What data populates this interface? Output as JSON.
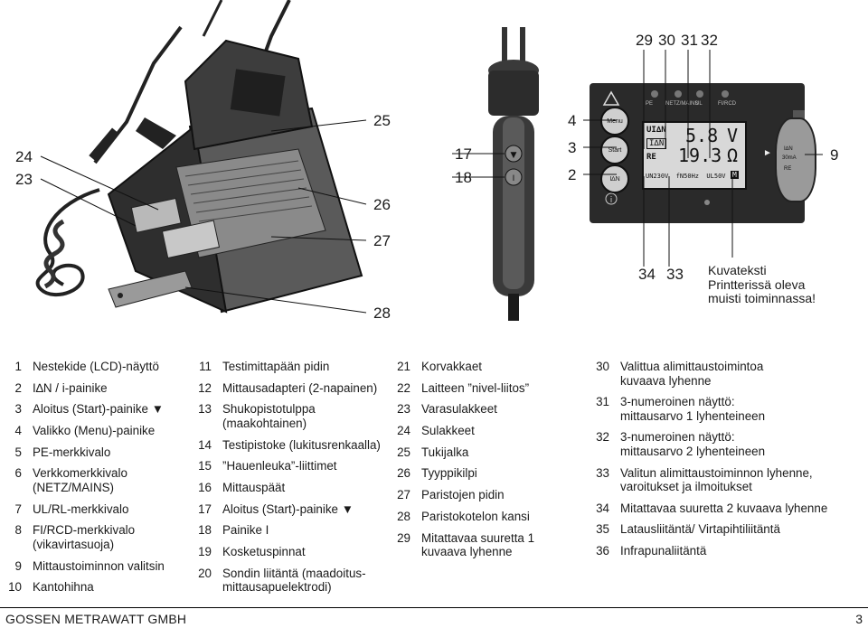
{
  "callouts": {
    "c24": "24",
    "c23": "23",
    "c25": "25",
    "c26": "26",
    "c27": "27",
    "c28": "28",
    "c17": "17",
    "c18": "18",
    "c4": "4",
    "c3": "3",
    "c2": "2",
    "c29": "29",
    "c30": "30",
    "c31": "31",
    "c32": "32",
    "c9": "9",
    "c34": "34",
    "c33": "33",
    "printer_note": [
      "Kuvateksti",
      "Printterissä oleva",
      "muisti toiminnassa!"
    ]
  },
  "device_display": {
    "menu_label": "Menu",
    "start_label": "Start",
    "led_labels": [
      "PE",
      "NETZ/MAINS",
      "UL",
      "FI/RCD"
    ],
    "value1": "5.8",
    "unit1": "V",
    "value2": "19.3",
    "unit2": "Ω",
    "label_uin": "UI∆N",
    "label_in": "I∆N",
    "label_re": "RE",
    "status_line": "UN230V  fN50Hz  UL50V",
    "status_flag": "M",
    "dial_labels": [
      "I∆N",
      "30mA",
      "RE"
    ]
  },
  "legend": {
    "col1": [
      {
        "num": "1",
        "text": "Nestekide (LCD)-näyttö"
      },
      {
        "num": "2",
        "text": "I∆N / i-painike"
      },
      {
        "num": "3",
        "text": "Aloitus (Start)-painike ▼"
      },
      {
        "num": "4",
        "text": "Valikko (Menu)-painike"
      },
      {
        "num": "5",
        "text": "PE-merkkivalo"
      },
      {
        "num": "6",
        "text": "Verkkomerkkivalo (NETZ/MAINS)"
      },
      {
        "num": "7",
        "text": "UL/RL-merkkivalo"
      },
      {
        "num": "8",
        "text": "FI/RCD-merkkivalo (vikavirtasuoja)"
      },
      {
        "num": "9",
        "text": "Mittaustoiminnon valitsin"
      },
      {
        "num": "10",
        "text": "Kantohihna"
      }
    ],
    "col2": [
      {
        "num": "11",
        "text": "Testimittapään pidin"
      },
      {
        "num": "12",
        "text": "Mittausadapteri (2-napainen)"
      },
      {
        "num": "13",
        "text": "Shukopistotulppa (maakohtainen)"
      },
      {
        "num": "14",
        "text": "Testipistoke (lukitusrenkaalla)"
      },
      {
        "num": "15",
        "text": "”Hauenleuka”-liittimet"
      },
      {
        "num": "16",
        "text": "Mittauspäät"
      },
      {
        "num": "17",
        "text": "Aloitus (Start)-painike ▼"
      },
      {
        "num": "18",
        "text": "Painike I"
      },
      {
        "num": "19",
        "text": "Kosketuspinnat"
      },
      {
        "num": "20",
        "text": "Sondin liitäntä (maadoitus-mittausapuelektrodi)"
      }
    ],
    "col3": [
      {
        "num": "21",
        "text": "Korvakkaet"
      },
      {
        "num": "22",
        "text": "Laitteen ”nivel-liitos”"
      },
      {
        "num": "23",
        "text": "Varasulakkeet"
      },
      {
        "num": "24",
        "text": "Sulakkeet"
      },
      {
        "num": "25",
        "text": "Tukijalka"
      },
      {
        "num": "26",
        "text": "Tyyppikilpi"
      },
      {
        "num": "27",
        "text": "Paristojen pidin"
      },
      {
        "num": "28",
        "text": "Paristokotelon kansi"
      },
      {
        "num": "29",
        "text": "Mitattavaa suuretta 1 kuvaava lyhenne"
      }
    ],
    "col4": [
      {
        "num": "30",
        "text": "Valittua alimittaustoimintoa kuvaava lyhenne"
      },
      {
        "num": "31",
        "text": "3-numeroinen näyttö: mittausarvo 1 lyhenteineen"
      },
      {
        "num": "32",
        "text": "3-numeroinen näyttö: mittausarvo 2 lyhenteineen"
      },
      {
        "num": "33",
        "text": "Valitun alimittaustoiminnon lyhenne, varoitukset ja ilmoitukset"
      },
      {
        "num": "34",
        "text": "Mitattavaa suurettа 2 kuvaava lyhenne"
      },
      {
        "num": "35",
        "text": "Latausliitäntä/ Virtapihtiliitäntä"
      },
      {
        "num": "36",
        "text": "Infrapunaliitäntä"
      }
    ]
  },
  "footer": {
    "brand": "GOSSEN METRAWATT GMBH",
    "page": "3"
  }
}
